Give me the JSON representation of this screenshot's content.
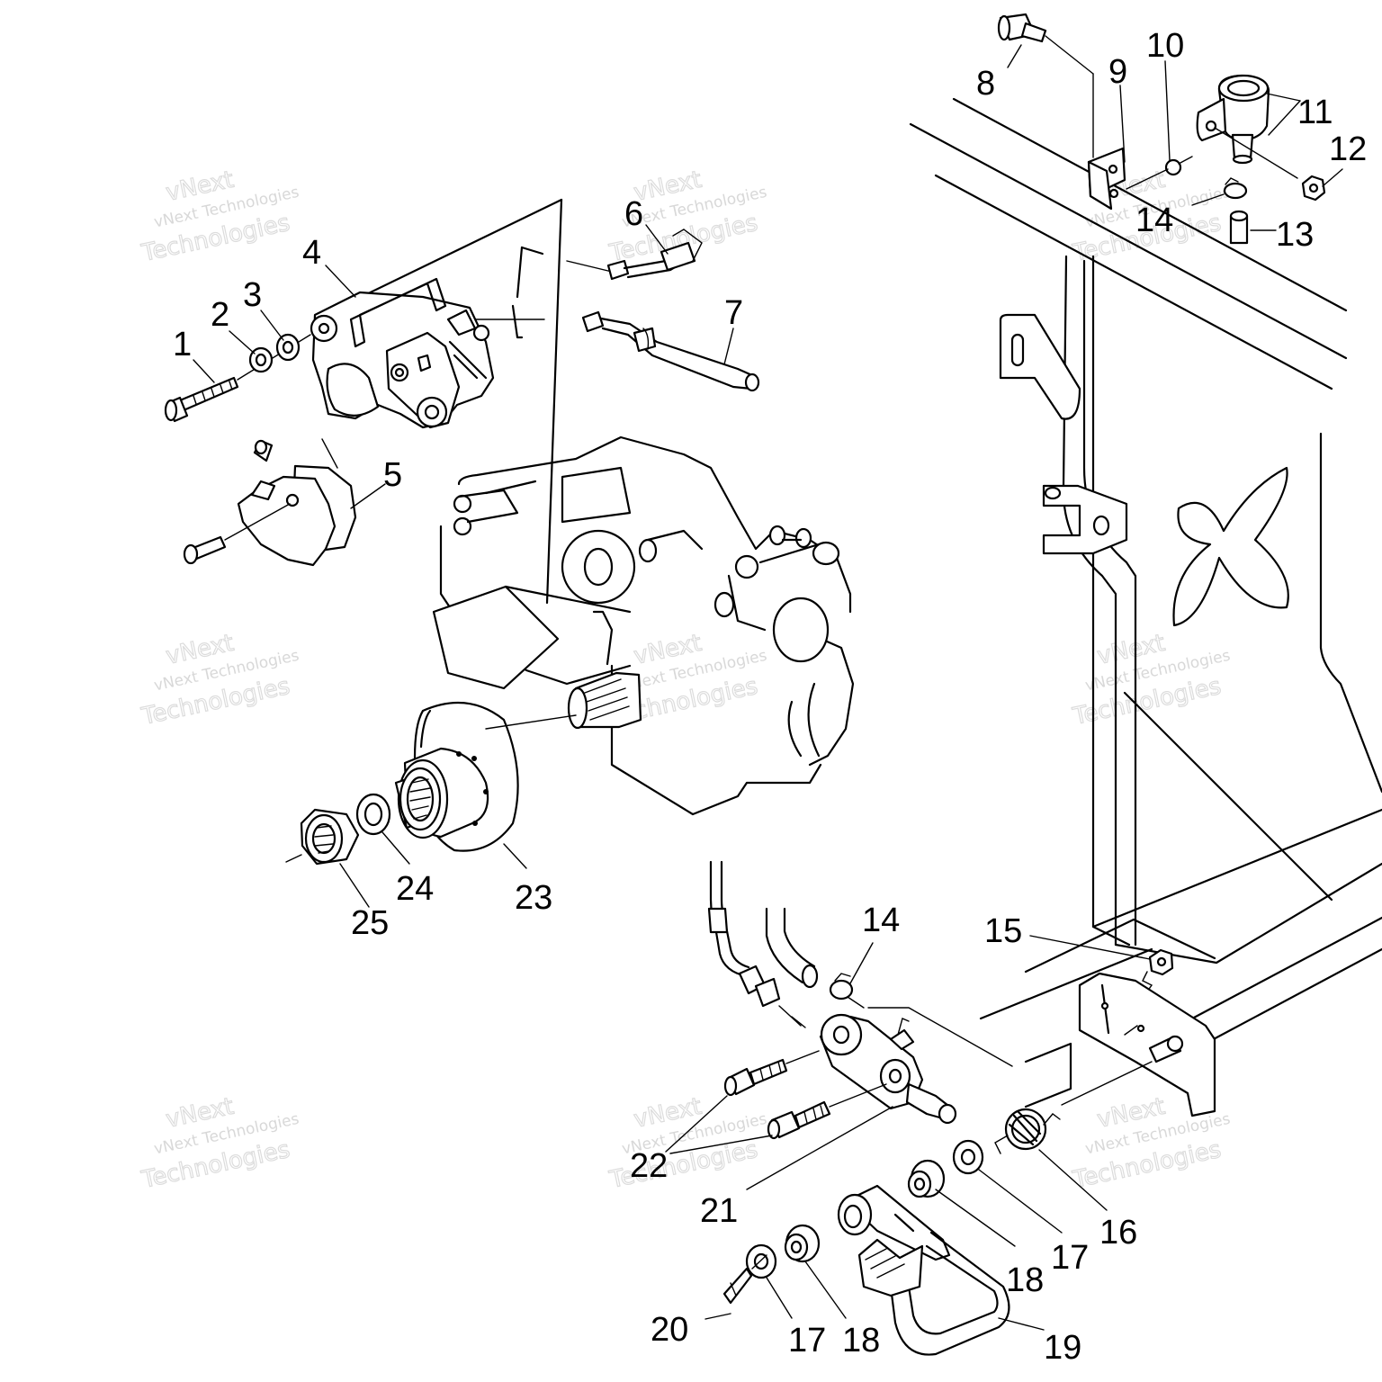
{
  "diagram": {
    "callouts": [
      {
        "id": "c1",
        "text": "1"
      },
      {
        "id": "c2",
        "text": "2"
      },
      {
        "id": "c3",
        "text": "3"
      },
      {
        "id": "c4",
        "text": "4"
      },
      {
        "id": "c5",
        "text": "5"
      },
      {
        "id": "c6",
        "text": "6"
      },
      {
        "id": "c7",
        "text": "7"
      },
      {
        "id": "c8",
        "text": "8"
      },
      {
        "id": "c9",
        "text": "9"
      },
      {
        "id": "c10",
        "text": "10"
      },
      {
        "id": "c11",
        "text": "11"
      },
      {
        "id": "c12",
        "text": "12"
      },
      {
        "id": "c13",
        "text": "13"
      },
      {
        "id": "c14a",
        "text": "14"
      },
      {
        "id": "c14b",
        "text": "14"
      },
      {
        "id": "c15",
        "text": "15"
      },
      {
        "id": "c16",
        "text": "16"
      },
      {
        "id": "c17a",
        "text": "17"
      },
      {
        "id": "c17b",
        "text": "17"
      },
      {
        "id": "c18a",
        "text": "18"
      },
      {
        "id": "c18b",
        "text": "18"
      },
      {
        "id": "c19",
        "text": "19"
      },
      {
        "id": "c20",
        "text": "20"
      },
      {
        "id": "c21",
        "text": "21"
      },
      {
        "id": "c22",
        "text": "22"
      },
      {
        "id": "c23",
        "text": "23"
      },
      {
        "id": "c24",
        "text": "24"
      },
      {
        "id": "c25",
        "text": "25"
      }
    ],
    "watermark": {
      "line1": "vNext",
      "line2": "vNext Technologies",
      "line3": "Technologies"
    }
  }
}
